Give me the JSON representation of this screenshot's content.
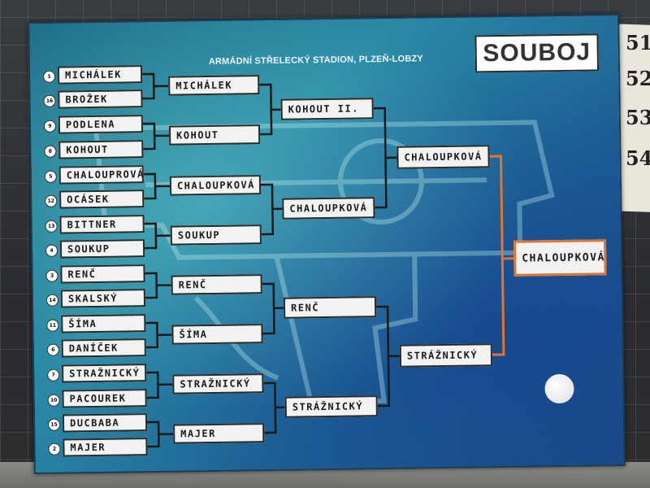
{
  "board": {
    "title": "SOUBOJ",
    "subtitle": "ARMÁDNÍ STŘELECKÝ STADION, PLZEŇ-LOBZY"
  },
  "round1": [
    {
      "seed": "1",
      "name": "MICHÁLEK"
    },
    {
      "seed": "16",
      "name": "BROŽEK"
    },
    {
      "seed": "9",
      "name": "PODLENA"
    },
    {
      "seed": "8",
      "name": "KOHOUT"
    },
    {
      "seed": "5",
      "name": "CHALOUPROVÁ"
    },
    {
      "seed": "12",
      "name": "OCÁSEK"
    },
    {
      "seed": "13",
      "name": "BITTNER"
    },
    {
      "seed": "4",
      "name": "SOUKUP"
    },
    {
      "seed": "3",
      "name": "RENČ"
    },
    {
      "seed": "14",
      "name": "SKALSKÝ"
    },
    {
      "seed": "11",
      "name": "ŠÍMA"
    },
    {
      "seed": "6",
      "name": "DANÍČEK"
    },
    {
      "seed": "7",
      "name": "STRAŽNICKÝ"
    },
    {
      "seed": "10",
      "name": "PACOUREK"
    },
    {
      "seed": "15",
      "name": "DUCBABA"
    },
    {
      "seed": "2",
      "name": "MAJER"
    }
  ],
  "round2": [
    "MICHÁLEK",
    "KOHOUT",
    "CHALOUPKOVÁ",
    "SOUKUP",
    "RENČ",
    "ŠÍMA",
    "STRAŽNICKÝ",
    "MAJER"
  ],
  "round3": [
    "KOHOUT II.",
    "CHALOUPKOVÁ",
    "RENČ",
    "STRÁŽNICKÝ"
  ],
  "round4": [
    "CHALOUPKOVÁ",
    "STRÁŽNICKÝ"
  ],
  "winner": "CHALOUPKOVÁ",
  "wall_numbers": [
    "51",
    "52",
    "53",
    "54"
  ],
  "colors": {
    "winner_path": "#e2742f",
    "board_blue": "#1d5f95",
    "slot_bg": "#f2f3f0"
  }
}
